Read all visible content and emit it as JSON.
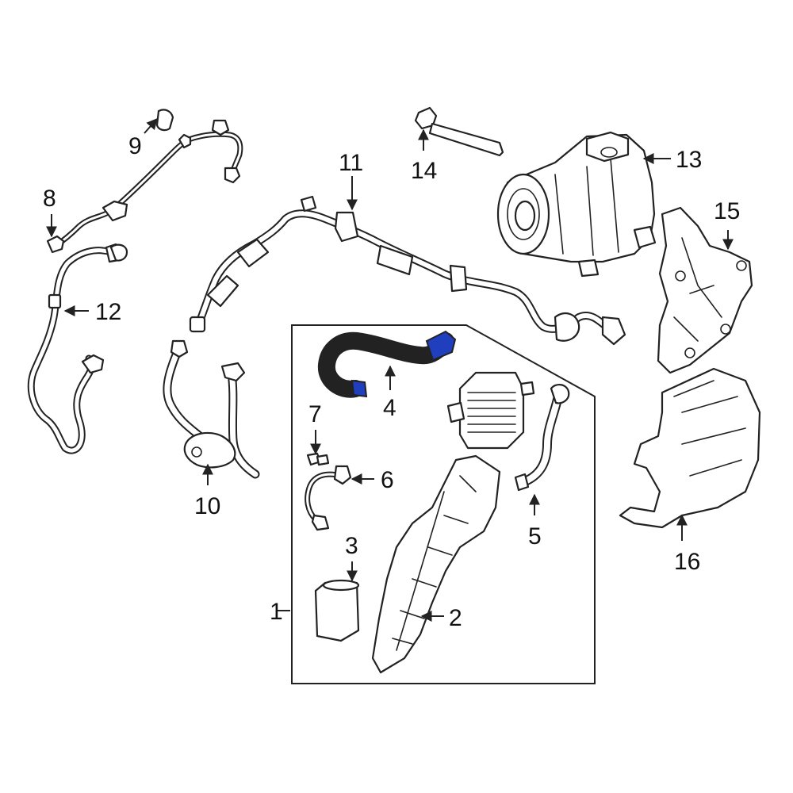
{
  "highlight_color": "#1f3fbf",
  "callouts": {
    "c1": "1",
    "c2": "2",
    "c3": "3",
    "c4": "4",
    "c5": "5",
    "c6": "6",
    "c7": "7",
    "c8": "8",
    "c9": "9",
    "c10": "10",
    "c11": "11",
    "c12": "12",
    "c13": "13",
    "c14": "14",
    "c15": "15",
    "c16": "16"
  }
}
